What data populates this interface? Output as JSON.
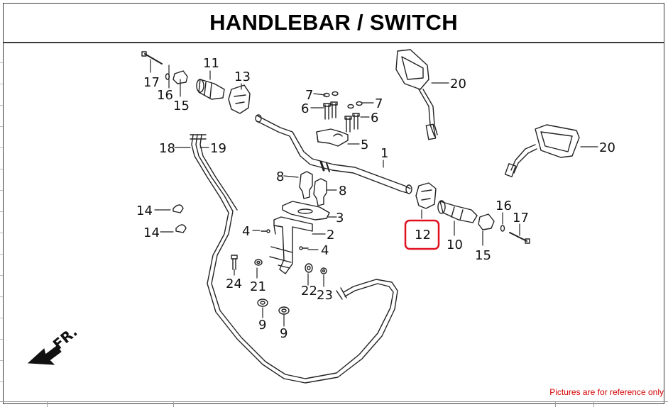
{
  "title": "HANDLEBAR / SWITCH",
  "footer_note": "Pictures are for reference only",
  "direction_label": "FR.",
  "colors": {
    "highlight": "#e01020",
    "line": "#222222",
    "note": "#d40000"
  },
  "highlighted_part": "12",
  "callouts": [
    "17",
    "16",
    "15",
    "11",
    "13",
    "7",
    "6",
    "7",
    "6",
    "5",
    "20",
    "20",
    "18",
    "19",
    "1",
    "8",
    "8",
    "3",
    "14",
    "14",
    "4",
    "2",
    "4",
    "24",
    "21",
    "22",
    "23",
    "9",
    "9",
    "12",
    "10",
    "16",
    "17",
    "15"
  ]
}
